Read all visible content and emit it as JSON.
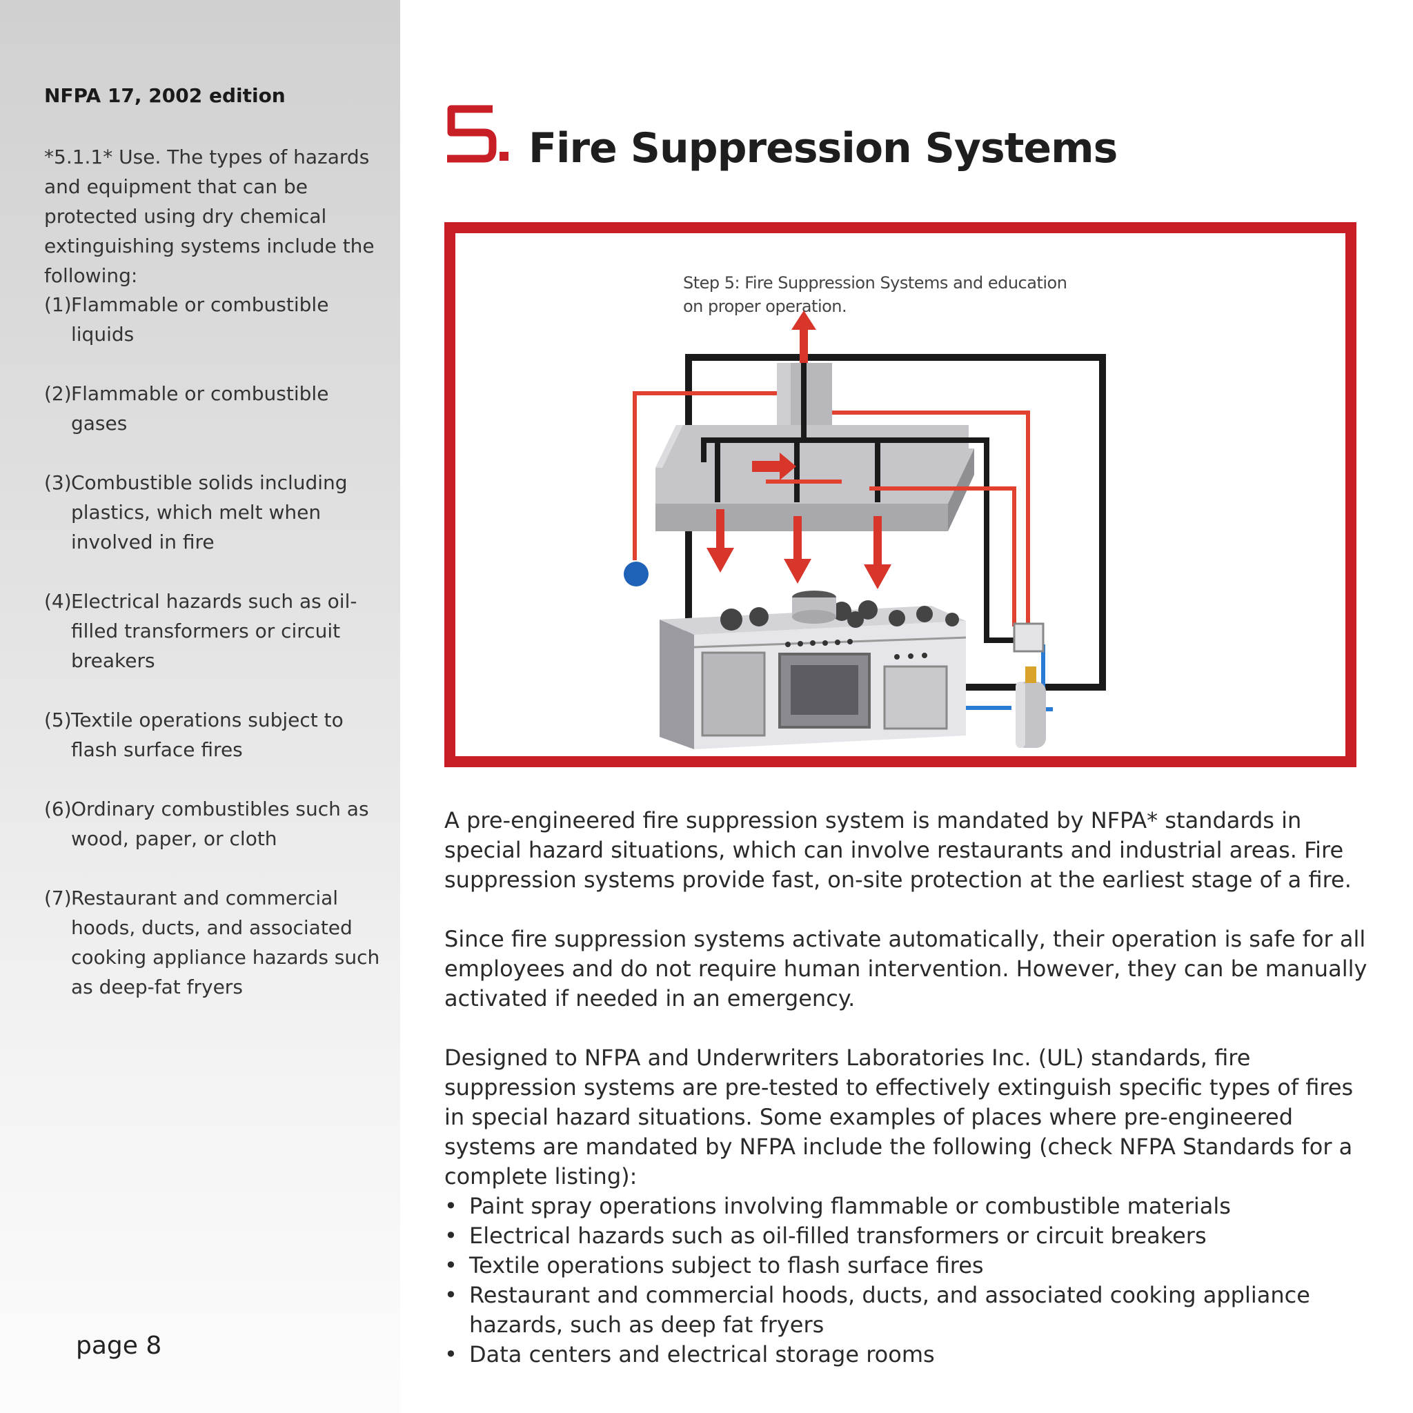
{
  "sidebar": {
    "heading": "NFPA 17, 2002 edition",
    "intro": "*5.1.1* Use. The types of hazards and equipment that can be protected using dry chemical extinguishing systems include the following:",
    "items": [
      {
        "num": "(1)",
        "text": "Flammable or combustible liquids"
      },
      {
        "num": "(2)",
        "text": "Flammable or combustible gases"
      },
      {
        "num": "(3)",
        "text": "Combustible solids including plastics, which melt when involved in fire"
      },
      {
        "num": "(4)",
        "text": "Electrical hazards such as oil-filled transformers or circuit breakers"
      },
      {
        "num": "(5)",
        "text": "Textile operations subject to flash surface fires"
      },
      {
        "num": "(6)",
        "text": "Ordinary combustibles such as wood, paper, or cloth"
      },
      {
        "num": "(7)",
        "text": "Restaurant and commercial hoods, ducts, and associated cooking appliance hazards such as deep-fat fryers"
      }
    ],
    "page_label": "page 8"
  },
  "title": {
    "number": "5.",
    "text": "Fire Suppression Systems"
  },
  "figure": {
    "caption": "Step 5: Fire Suppression Systems and education on proper operation."
  },
  "body": {
    "paragraphs": [
      "A pre-engineered fire suppression system is mandated by NFPA* standards in special hazard situations, which can involve restaurants and industrial areas.  Fire suppression systems provide fast, on-site protection at the earliest stage of a fire.",
      "Since fire suppression systems activate automatically, their operation is safe for all employees and do not require human intervention.  However, they can be manually activated if needed in an emergency.",
      "Designed to NFPA and Underwriters Laboratories Inc. (UL) standards, fire suppression systems are pre-tested to effectively extinguish specific types of fires in special hazard situations. Some examples of places where pre-engineered systems are mandated by NFPA include the following (check NFPA Standards for a complete listing):"
    ],
    "bullet_char": "•",
    "bullets": [
      "Paint spray operations involving flammable or combustible materials",
      "Electrical hazards such as oil-filled transformers or circuit breakers",
      "Textile operations subject to flash surface fires",
      "Restaurant and commercial hoods, ducts, and associated cooking appliance hazards, such as deep fat fryers",
      "Data centers and electrical storage rooms"
    ]
  },
  "colors": {
    "accent_red": "#c81e25",
    "pipe_black": "#1a1a1a",
    "pipe_blue": "#2a7bd4"
  }
}
